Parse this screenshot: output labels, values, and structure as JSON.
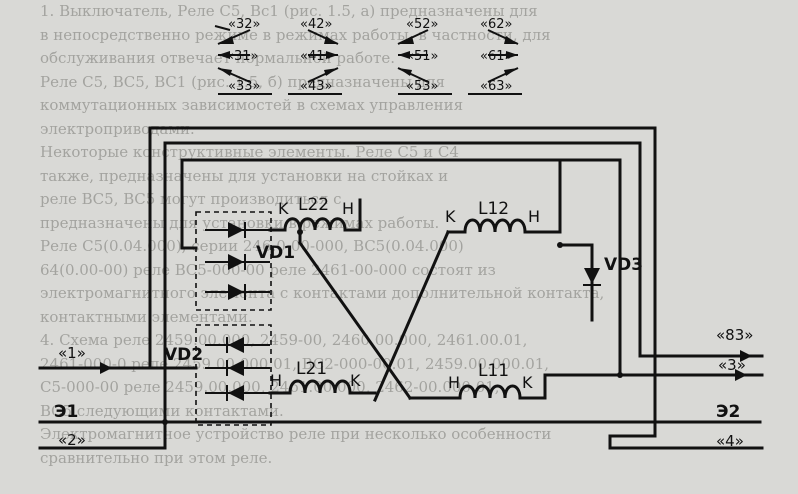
{
  "background_text": [
    "1. Выключатель, Реле С5, Вс1 (рис. 1.5, а) предназначены для",
    "в непосредственно режиме в режимах работы, в частности, для",
    "обслуживания отвечает нормальной работе.",
    "Реле С5, ВС5, ВС1 (рис. 1.5, б) предназначены для",
    "коммутационных зависимостей в схемах управления",
    "электроприводами.",
    "Некоторые конструктивные элементы. Реле С5 и С4",
    "также, предназначены для установки на стойках и",
    "реле ВС5, ВС5 могут производиться с",
    "предназначены для установки в режимах работы.",
    "Реле С5(0.04.000), серии 246.0-00-000, ВС5(0.04.000)",
    "64(0.00-00) реле ВС5-000-00 реле 2461-00-000 состоят из",
    "электромагнитного элемента с контактами дополнительной контакта,",
    "контактными элементами.",
    "4. Схема реле 2459.00.000, 2459-00, 2460.00.000, 2461.00.01,",
    "2461-000-0 реле 2459.00.000.01, ВС2-000-00.01, 2459.00.000.01,",
    "С5-000-00 реле 2459.00.000, 2461.00.000, 2462-00.000.01,",
    "ВС5 следующими контактами.",
    "Электромагнитное устройство реле при несколько особенности",
    "сравнительно при этом реле."
  ],
  "switch_labels": {
    "s32": "«32»",
    "s31": "«31»",
    "s33": "«33»",
    "s42": "«42»",
    "s41": "«41»",
    "s43": "«43»",
    "s52": "«52»",
    "s51": "«51»",
    "s53": "«53»",
    "s62": "«62»",
    "s61": "«61»",
    "s63": "«63»"
  },
  "components": {
    "L22": "L22",
    "L12": "L12",
    "L21": "L21",
    "L11": "L11",
    "VD1": "VD1",
    "VD2": "VD2",
    "VD3": "VD3",
    "K": "K",
    "H": "H"
  },
  "terminals": {
    "t1": "«1»",
    "t2": "«2»",
    "t3": "«3»",
    "t4": "«4»",
    "t83": "«83»",
    "E1": "Э1",
    "E2": "Э2"
  }
}
